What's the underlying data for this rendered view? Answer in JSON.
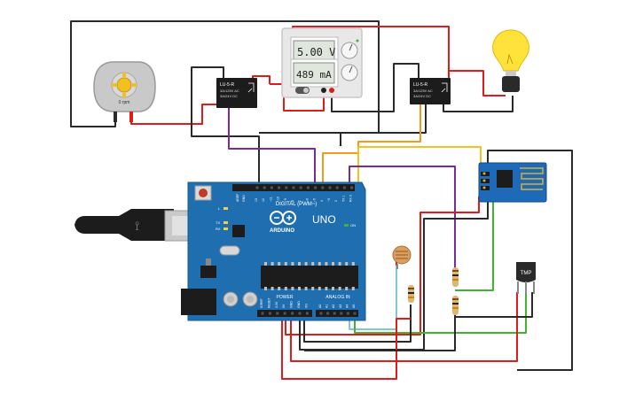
{
  "power_supply": {
    "voltage": "5.00 V",
    "current": "489 mA"
  },
  "motor": {
    "speed": "0 rpm"
  },
  "relay_left": {
    "name": "LU-5-R",
    "rating_1": "3A/125V AC",
    "rating_2": "3A/24V DC"
  },
  "relay_right": {
    "name": "LU-5-R",
    "rating_1": "3A/125V AC",
    "rating_2": "3A/24V DC"
  },
  "arduino": {
    "brand": "ARDUINO",
    "model": "UNO",
    "digital_label": "DIGITAL (PWM~)",
    "power_label": "POWER",
    "analog_label": "ANALOG IN",
    "on_label": "ON",
    "tx_label": "TX",
    "rx_label": "RX",
    "l_label": "L",
    "aref_label": "AREF",
    "gnd_label": "GND",
    "digital_pins": [
      "13",
      "12",
      "~11",
      "~10",
      "~9",
      "8",
      "7",
      "~6",
      "~5",
      "4",
      "~3",
      "2",
      "TX 1",
      "RX 0"
    ],
    "power_pins": [
      "IOREF",
      "RESET",
      "3.3V",
      "5V",
      "GND",
      "GND",
      "Vin"
    ],
    "analog_pins": [
      "A0",
      "A1",
      "A2",
      "A3",
      "A4",
      "A5"
    ]
  },
  "temp_sensor": {
    "label": "TMP"
  },
  "colors": {
    "wire_red": "#e01b1b",
    "wire_black": "#2a2a2a",
    "wire_purple": "#7b2a9e",
    "wire_orange": "#f29a1d",
    "wire_yellow": "#f2c21d",
    "wire_green": "#42b530",
    "wire_cyan": "#7ec8d8",
    "board_blue": "#1f6fb0",
    "bulb_yellow": "#ffe23a"
  }
}
